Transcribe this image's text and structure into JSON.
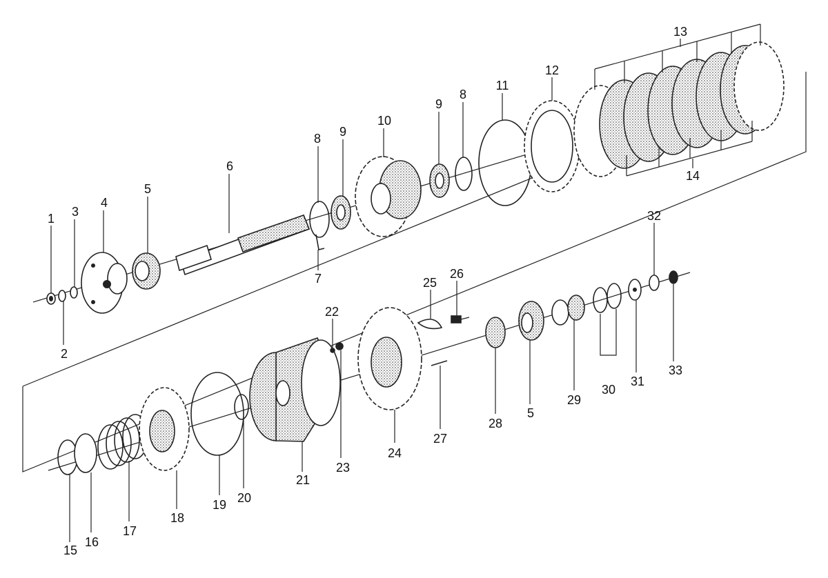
{
  "labels": {
    "p1": "1",
    "p2": "2",
    "p3": "3",
    "p4": "4",
    "p5a": "5",
    "p5b": "5",
    "p6": "6",
    "p7": "7",
    "p8a": "8",
    "p8b": "8",
    "p9a": "9",
    "p9b": "9",
    "p10": "10",
    "p11": "11",
    "p12": "12",
    "p13": "13",
    "p14": "14",
    "p15": "15",
    "p16": "16",
    "p17": "17",
    "p18": "18",
    "p19": "19",
    "p20": "20",
    "p21": "21",
    "p22": "22",
    "p23": "23",
    "p24": "24",
    "p25": "25",
    "p26": "26",
    "p27": "27",
    "p28": "28",
    "p29": "29",
    "p30": "30",
    "p31": "31",
    "p32": "32",
    "p33": "33"
  }
}
